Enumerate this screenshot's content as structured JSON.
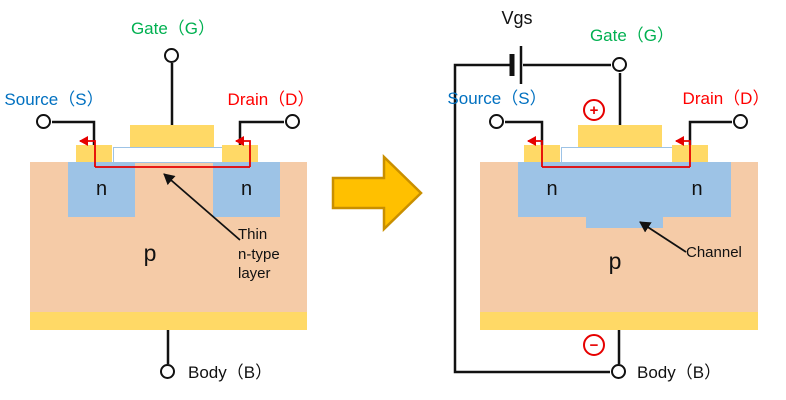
{
  "colors": {
    "p_region": "#F5CBA7",
    "n_region": "#9DC3E6",
    "metal_contact": "#FFD966",
    "oxide": "#FFFFFF",
    "gate_text": "#00B050",
    "source_text": "#0070C0",
    "drain_text": "#FF0000",
    "current_arrow": "#E60000",
    "transition_arrow": "#FFC000"
  },
  "left": {
    "gate_label": "Gate（G）",
    "source_label": "Source（S）",
    "drain_label": "Drain（D）",
    "body_label": "Body（B）",
    "p_label": "p",
    "n_left_label": "n",
    "n_right_label": "n",
    "annotation": "Thin\nn-type\nlayer"
  },
  "right": {
    "vgs_label": "Vgs",
    "gate_label": "Gate（G）",
    "source_label": "Source（S）",
    "drain_label": "Drain（D）",
    "body_label": "Body（B）",
    "p_label": "p",
    "n_left_label": "n",
    "n_right_label": "n",
    "plus_symbol": "+",
    "minus_symbol": "−",
    "annotation": "Channel"
  }
}
